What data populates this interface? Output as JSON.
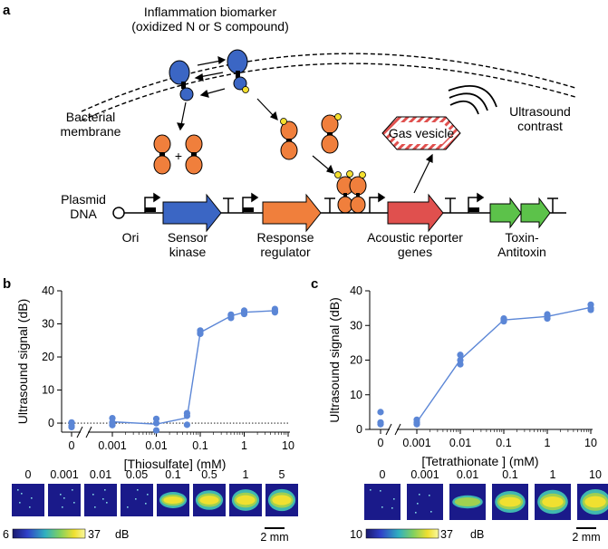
{
  "panel_a": {
    "letter": "a",
    "biomarker_line1": "Inflammation biomarker",
    "biomarker_line2": "(oxidized N or S compound)",
    "membrane_line1": "Bacterial",
    "membrane_line2": "membrane",
    "plus": "+",
    "ultrasound_line1": "Ultrasound",
    "ultrasound_line2": "contrast",
    "gas_vesicle": "Gas vesicle",
    "plasmid_line1": "Plasmid",
    "plasmid_line2": "DNA",
    "ori": "Ori",
    "sensor_line1": "Sensor",
    "sensor_line2": "kinase",
    "response_line1": "Response",
    "response_line2": "regulator",
    "acoustic_line1": "Acoustic reporter",
    "acoustic_line2": "genes",
    "toxin_line1": "Toxin-",
    "toxin_line2": "Antitoxin",
    "colors": {
      "sensor": "#3b66c4",
      "response": "#f07f3c",
      "acoustic": "#e0504e",
      "toxin": "#5cc24a",
      "ligand": "#f5e030",
      "membrane": "#000000"
    }
  },
  "panel_b": {
    "letter": "b",
    "colorbar_min": "6",
    "colorbar_max": "37",
    "colorbar_unit": "dB",
    "scale_bar": "2 mm"
  },
  "panel_c": {
    "letter": "c",
    "colorbar_min": "10",
    "colorbar_max": "37",
    "colorbar_unit": "dB",
    "scale_bar": "2 mm"
  },
  "chart_data": [
    {
      "type": "scatter",
      "title": "",
      "xlabel": "[Thiosulfate] (mM)",
      "ylabel": "Ultrasound signal (dB)",
      "x_scale": "log with broken axis at 0",
      "x_ticks": [
        "0",
        "0.001",
        "0.01",
        "0.1",
        "1",
        "10"
      ],
      "y_ticks": [
        "0",
        "10",
        "20",
        "30",
        "40"
      ],
      "ylim": [
        -3,
        40
      ],
      "baseline": "dotted line at 0",
      "x": [
        0,
        0.001,
        0.01,
        0.05,
        0.1,
        0.5,
        1,
        5
      ],
      "replicates": [
        [
          0.2,
          -0.8,
          -1.2
        ],
        [
          1.5,
          0.2,
          -0.6
        ],
        [
          1.3,
          0.0,
          -2.2
        ],
        [
          3.0,
          2.2,
          -0.5
        ],
        [
          28.0,
          27.0,
          27.3
        ],
        [
          32.8,
          31.8,
          32.5
        ],
        [
          34.0,
          33.0,
          33.6
        ],
        [
          34.5,
          33.5,
          33.9
        ]
      ],
      "mean": [
        -0.6,
        0.4,
        -0.3,
        1.6,
        27.4,
        32.4,
        33.5,
        34.0
      ],
      "image_labels": [
        "0",
        "0.001",
        "0.01",
        "0.05",
        "0.1",
        "0.5",
        "1",
        "5"
      ],
      "image_levels": [
        0.05,
        0.05,
        0.06,
        0.1,
        0.55,
        0.72,
        0.82,
        0.85
      ]
    },
    {
      "type": "scatter",
      "title": "",
      "xlabel": "[Tetrathionate ] (mM)",
      "ylabel": "Ultrasound signal (dB)",
      "x_scale": "log with broken axis at 0",
      "x_ticks": [
        "0",
        "0.001",
        "0.01",
        "0.1",
        "1",
        "10"
      ],
      "y_ticks": [
        "0",
        "10",
        "20",
        "30",
        "40"
      ],
      "ylim": [
        0,
        40
      ],
      "x": [
        0,
        0.001,
        0.01,
        0.1,
        1,
        10
      ],
      "replicates": [
        [
          5.0,
          2.0,
          1.5
        ],
        [
          2.8,
          2.0,
          1.5
        ],
        [
          21.5,
          20.0,
          18.8
        ],
        [
          32.0,
          31.2,
          31.8
        ],
        [
          33.2,
          32.0,
          32.6
        ],
        [
          36.0,
          35.0,
          34.5
        ]
      ],
      "mean": [
        null,
        2.1,
        20.1,
        31.6,
        32.6,
        35.2
      ],
      "image_labels": [
        "0",
        "0.001",
        "0.01",
        "0.1",
        "1",
        "10"
      ],
      "image_levels": [
        0.05,
        0.06,
        0.35,
        0.75,
        0.85,
        0.92
      ]
    }
  ]
}
